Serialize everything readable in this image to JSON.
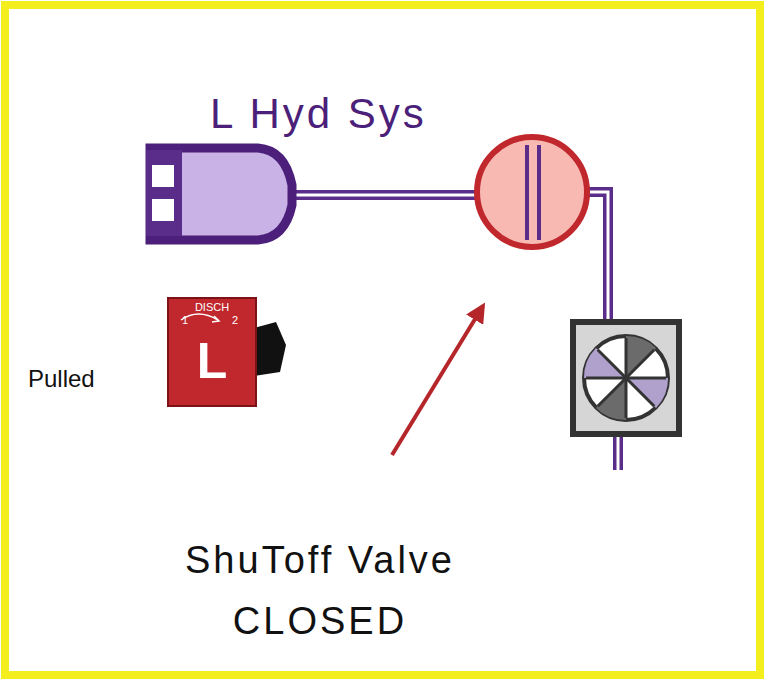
{
  "diagram": {
    "nodes": [
      {
        "text": [
          "DISCH",
          "1",
          "2",
          "L"
        ]
      }
    ],
    "labels": [
      "L Hyd Sys",
      "Pulled",
      "ShuToff Valve CLOSED"
    ]
  }
}
